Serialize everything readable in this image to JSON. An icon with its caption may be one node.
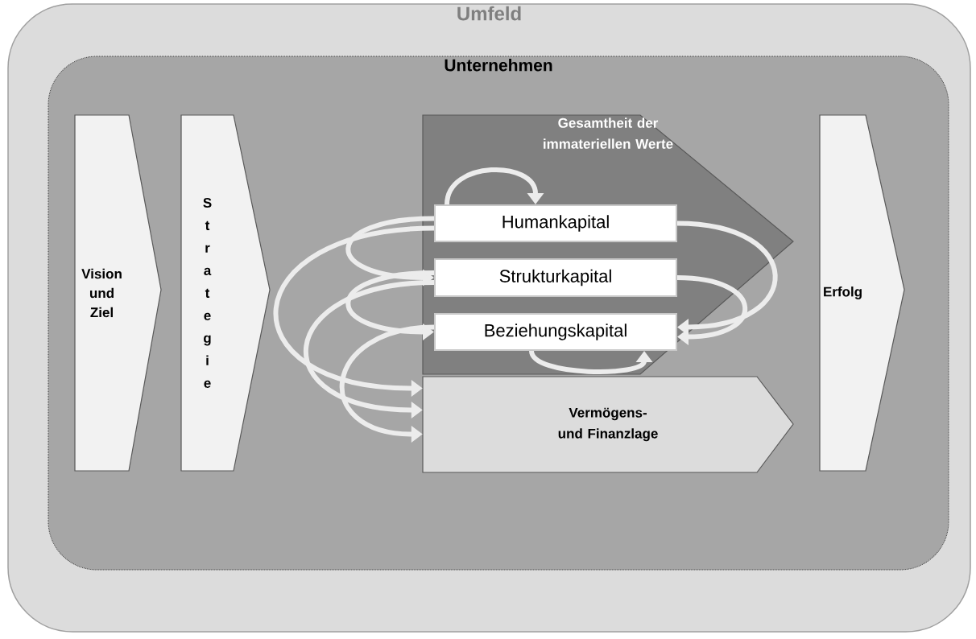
{
  "diagram": {
    "nodes": [
      {
        "text": [
          "Umfeld"
        ]
      },
      {
        "text": [
          "Unternehmen"
        ],
        "in": 0
      },
      {
        "text": [
          "Vision und Ziel"
        ],
        "in": 1
      },
      {
        "text": [
          "Strategie"
        ],
        "in": 1
      },
      {
        "text": [
          "Gesamtheit der immateriellen Werte"
        ],
        "in": 1
      },
      {
        "text": [
          "Humankapital"
        ],
        "in": 4
      },
      {
        "text": [
          "Strukturkapital"
        ],
        "in": 4
      },
      {
        "text": [
          "Beziehungskapital"
        ],
        "in": 4
      },
      {
        "text": [
          "Vermögens- und Finanzlage"
        ],
        "in": 1
      },
      {
        "text": [
          "Erfolg"
        ],
        "in": 1
      }
    ],
    "edges": [
      {
        "from": 5,
        "to": 5,
        "arrow": "to"
      },
      {
        "from": 5,
        "to": 6,
        "arrow": "to"
      },
      {
        "from": 6,
        "to": 7,
        "arrow": "to"
      },
      {
        "from": 7,
        "to": 8,
        "arrow": "to"
      },
      {
        "from": 6,
        "to": 8,
        "arrow": "to"
      },
      {
        "from": 5,
        "to": 8,
        "arrow": "to"
      },
      {
        "from": 5,
        "to": 7,
        "arrow": "to"
      },
      {
        "from": 6,
        "to": 7,
        "arrow": "to"
      },
      {
        "from": 7,
        "to": 7,
        "arrow": "to"
      }
    ]
  }
}
